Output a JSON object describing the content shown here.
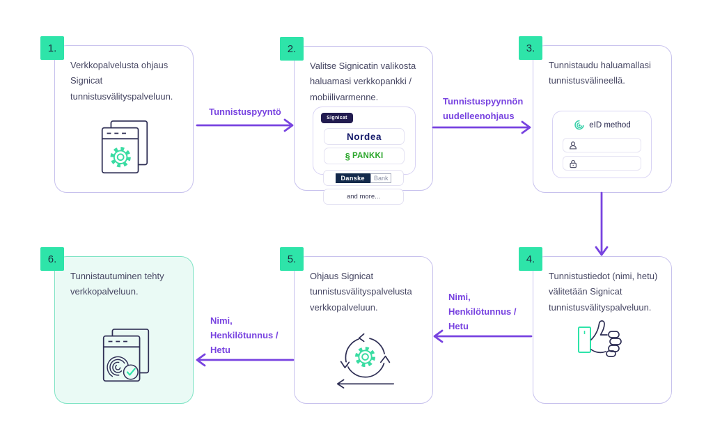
{
  "diagram_title": "Signicat identification flow (Finnish)",
  "colors": {
    "accent_green": "#2EE4A9",
    "arrow_purple": "#7843E0",
    "box_border": "#C7C1ED",
    "mint_bg": "#EAFAF5",
    "mint_border": "#7EE3C4",
    "body_text": "#474763",
    "icon_navy": "#2F2F55",
    "nordea_blue": "#151A6A",
    "spankki_green": "#2CA62C",
    "danske_navy": "#13294B"
  },
  "steps": [
    {
      "number": "1.",
      "text": "Verkkopalvelusta ohjaus Signicat tunnistusvälityspalveluun.",
      "icon": "browser-gear-icon"
    },
    {
      "number": "2.",
      "text": "Valitse Signicatin valikosta haluamasi verkkopankki / mobiilivarmenne.",
      "icon": "bank-selector"
    },
    {
      "number": "3.",
      "text": "Tunnistaudu haluamallasi tunnistusvälineellä.",
      "icon": "eid-login-card"
    },
    {
      "number": "4.",
      "text": "Tunnistustiedot (nimi, hetu) välitetään Signicat tunnistusvälityspalveluun.",
      "icon": "thumbs-up-icon"
    },
    {
      "number": "5.",
      "text": "Ohjaus Signicat tunnistusvälityspalvelusta verkkopalveluun.",
      "icon": "sync-gear-icon"
    },
    {
      "number": "6.",
      "text": "Tunnistautuminen tehty verkkopalveluun.",
      "icon": "fingerprint-check-icon"
    }
  ],
  "arrows": [
    {
      "from": 1,
      "to": 2,
      "direction": "right",
      "label": "Tunnistuspyyntö"
    },
    {
      "from": 2,
      "to": 3,
      "direction": "right",
      "label": "Tunnistuspyynnön uudelleenohjaus"
    },
    {
      "from": 3,
      "to": 4,
      "direction": "down",
      "label": ""
    },
    {
      "from": 4,
      "to": 5,
      "direction": "left",
      "label": "Nimi, Henkilötunnus / Hetu"
    },
    {
      "from": 5,
      "to": 6,
      "direction": "left",
      "label": "Nimi, Henkilötunnus / Hetu"
    }
  ],
  "bank_selector": {
    "provider_logo_text": "Signicat",
    "nordea_label": "Nordea",
    "spankki_glyph": "§",
    "spankki_label": "PANKKI",
    "danske_label_primary": "Danske",
    "danske_label_secondary": "Bank",
    "more_label": "and more..."
  },
  "eid_card": {
    "label": "eID method"
  }
}
